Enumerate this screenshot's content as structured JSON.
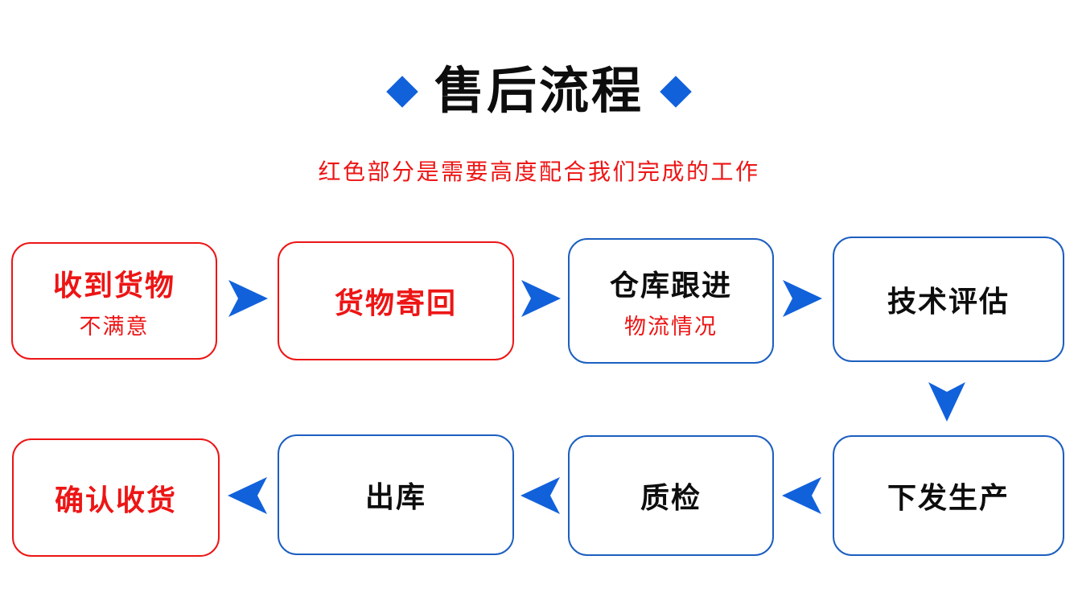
{
  "header": {
    "title": "售后流程",
    "subtitle": "红色部分是需要高度配合我们完成的工作"
  },
  "icons": {
    "diamond": "blue rotated-square bullet",
    "arrow_right": "blue dart pointing right",
    "arrow_left": "blue dart pointing left",
    "arrow_down": "blue dart pointing down"
  },
  "colors": {
    "accent_blue": "#1161DB",
    "blue_box_border": "#1C5FC0",
    "red": "#ED1515",
    "title_black": "#0D0D0D",
    "background": "#FFFFFF"
  },
  "flow": {
    "top_row": [
      {
        "title": "收到货物",
        "subtitle": "不满意",
        "accent": "red"
      },
      {
        "title": "货物寄回",
        "accent": "red"
      },
      {
        "title": "仓库跟进",
        "subtitle": "物流情况",
        "accent": "blue"
      },
      {
        "title": "技术评估",
        "accent": "blue"
      }
    ],
    "bottom_row": [
      {
        "title": "下发生产",
        "accent": "blue"
      },
      {
        "title": "质检",
        "accent": "blue"
      },
      {
        "title": "出库",
        "accent": "blue"
      },
      {
        "title": "确认收货",
        "accent": "red"
      }
    ]
  }
}
